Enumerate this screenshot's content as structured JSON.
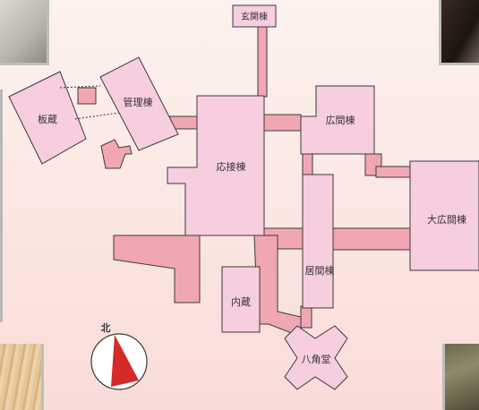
{
  "rooms": {
    "itakura": "板蔵",
    "kanri": "管理棟",
    "genkan": "玄関棟",
    "hiroma": "広間棟",
    "osetsu": "応接棟",
    "ohiroma": "大広間棟",
    "kyoma": "居間棟",
    "naizo": "内蔵",
    "hakkakudo": "八角堂"
  },
  "compass": {
    "label": "北"
  },
  "colors": {
    "room_fill": "#f7cde0",
    "corridor_fill": "#f1a7b2",
    "compass_needle": "#d42a2a"
  }
}
